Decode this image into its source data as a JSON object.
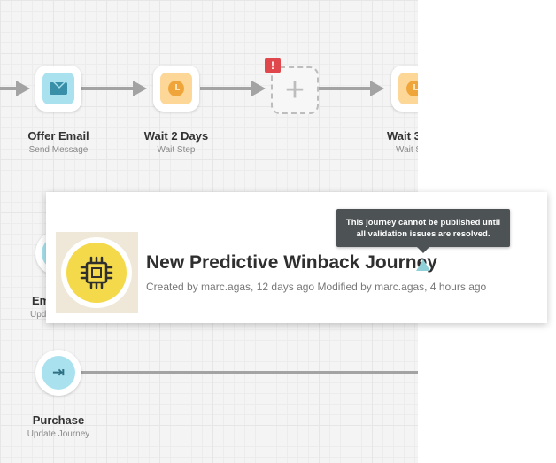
{
  "steps": {
    "offer_email": {
      "title": "Offer Email",
      "subtitle": "Send Message",
      "icon": "envelope-icon"
    },
    "wait_2_days": {
      "title": "Wait 2 Days",
      "subtitle": "Wait Step",
      "icon": "clock-icon"
    },
    "empty_step": {
      "alert": "!",
      "icon": "plus-icon"
    },
    "wait_3": {
      "title": "Wait 3",
      "subtitle": "Wait S",
      "icon": "clock-icon"
    },
    "partial_left": {
      "title": "Em",
      "subtitle": "Upda"
    },
    "purchase": {
      "title": "Purchase",
      "subtitle": "Update Journey",
      "icon": "enter-icon"
    }
  },
  "journey_card": {
    "title": "New Predictive Winback Journey",
    "meta": "Created by marc.agas, 12 days ago Modified by marc.agas, 4 hours ago",
    "icon": "cpu-chip-icon",
    "warning_icon": "warning-triangle-icon"
  },
  "tooltip": {
    "line1": "This journey cannot be published until",
    "line2": "all validation issues are resolved."
  },
  "colors": {
    "accent_blue": "#a9e2ee",
    "accent_yellow": "#fcd797",
    "alert_red": "#e0474c",
    "chip_yellow": "#f4d94a",
    "tooltip_bg": "#4d5255"
  }
}
